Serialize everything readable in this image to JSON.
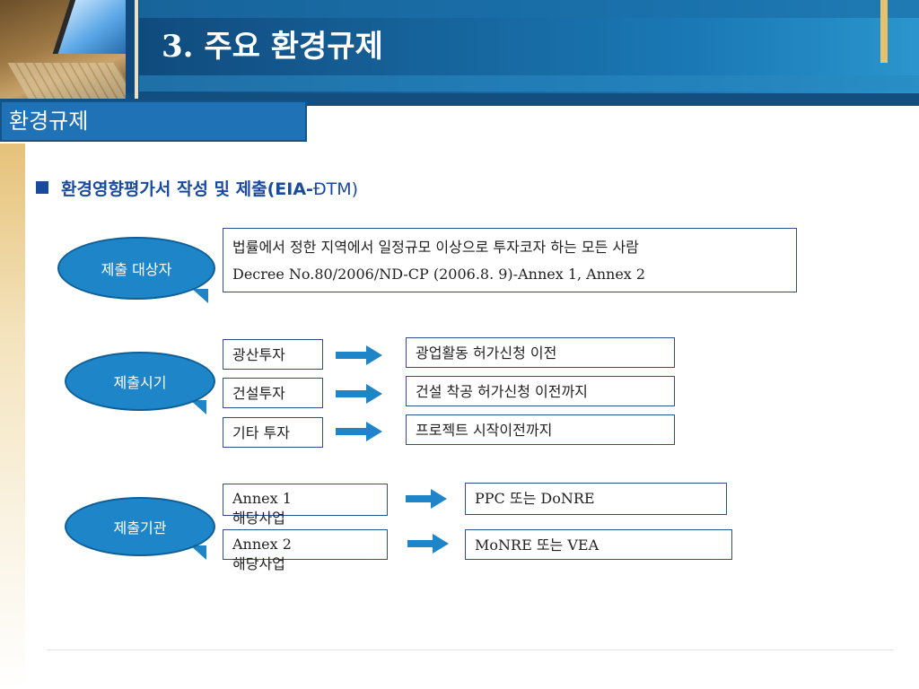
{
  "header": {
    "title": "3. 주요 환경규제"
  },
  "section": {
    "label": "환경규제"
  },
  "subtitle": {
    "text": "환경영향평가서 작성 및 제출(",
    "bold_suffix": "EIA-",
    "tm": "ĐTM)"
  },
  "groups": {
    "submitter": {
      "label": "제출 대상자",
      "lines": [
        "법률에서 정한 지역에서 일정규모 이상으로 투자코자 하는 모든 사람",
        "Decree No.80/2006/ND-CP (2006.8. 9)-Annex 1, Annex 2"
      ]
    },
    "timing": {
      "label": "제출시기",
      "rows": [
        {
          "left": "광산투자",
          "right": "광업활동 허가신청 이전"
        },
        {
          "left": "건설투자",
          "right": "건설 착공 허가신청 이전까지"
        },
        {
          "left": "기타 투자",
          "right": "프로젝트 시작이전까지"
        }
      ]
    },
    "agency": {
      "label": "제출기관",
      "rows": [
        {
          "left_line1": "Annex 1",
          "left_line2": "해당사업",
          "right": "PPC 또는 DoNRE"
        },
        {
          "left_line1": "Annex 2",
          "left_line2": "해당사업",
          "right": "MoNRE 또는 VEA"
        }
      ]
    }
  },
  "colors": {
    "accent": "#1e86c8",
    "header": "#155e95",
    "subtitle": "#1a4aa0",
    "gold": "#e8c16a"
  }
}
